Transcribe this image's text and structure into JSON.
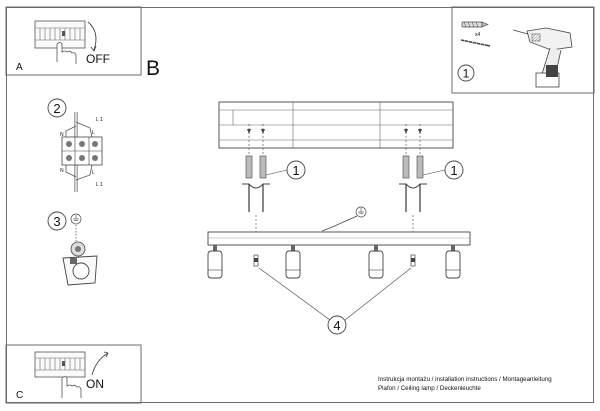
{
  "panel_a": {
    "letter": "A",
    "action": "OFF"
  },
  "panel_b": {
    "letter": "B"
  },
  "panel_c": {
    "letter": "C",
    "action": "ON"
  },
  "tools": {
    "count_label": "x4",
    "step": "1"
  },
  "step2": {
    "number": "2",
    "wire_l1_top": "L 1",
    "wire_n_left": "N",
    "wire_l_top": "L",
    "wire_n_left2": "N",
    "wire_l_bottom": "L",
    "wire_l1_bottom": "L 1"
  },
  "step3": {
    "number": "3"
  },
  "main": {
    "callout_left": "1",
    "callout_right": "1",
    "callout_bottom": "4"
  },
  "footer": {
    "line1": "Instrukcja montażu / installation instructions / Montageanleitung",
    "line2": "Plafon / Ceiling lamp / Deckenleuchte"
  }
}
